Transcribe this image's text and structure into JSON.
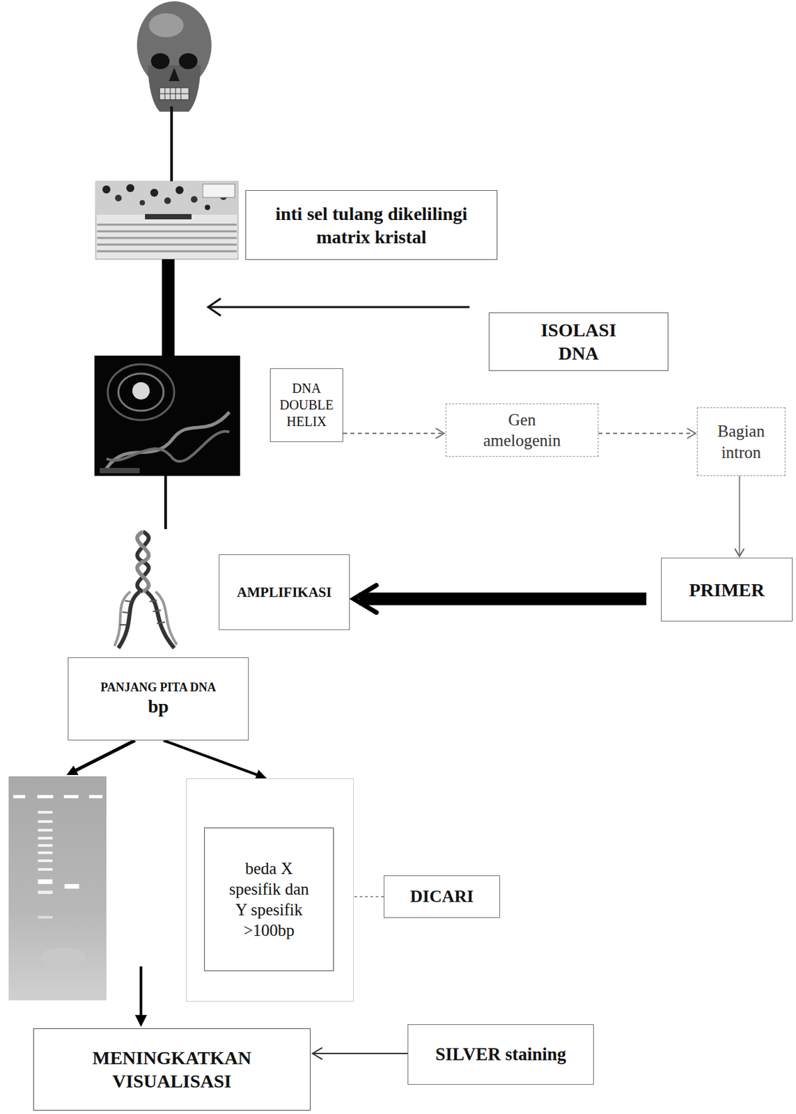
{
  "diagram": {
    "nodes": [
      {
        "text": [
          "inti sel tulang dikelilingi matrix kristal"
        ]
      },
      {
        "text": [
          "ISOLASI DNA"
        ]
      },
      {
        "text": [
          "DNA DOUBLE HELIX"
        ]
      },
      {
        "text": [
          "Gen amelogenin"
        ]
      },
      {
        "text": [
          "Bagian intron"
        ]
      },
      {
        "text": [
          "AMPLIFIKASI"
        ]
      },
      {
        "text": [
          "PRIMER"
        ]
      },
      {
        "text": [
          "PANJANG PITA DNA",
          "bp"
        ]
      },
      {
        "text": []
      },
      {
        "text": [
          "beda X spesifik dan Y spesifik >100bp"
        ],
        "in": 8
      },
      {
        "text": [
          "DICARI"
        ]
      },
      {
        "text": [
          "MENINGKATKAN VISUALISASI"
        ]
      },
      {
        "text": [
          "SILVER staining"
        ]
      }
    ],
    "edges": [
      {
        "from": 2,
        "to": 3,
        "arrow": "to"
      },
      {
        "from": 3,
        "to": 4,
        "arrow": "to"
      },
      {
        "from": 4,
        "to": 6,
        "arrow": "to"
      },
      {
        "from": 6,
        "to": 5,
        "arrow": "to"
      },
      {
        "from": 7,
        "to": 8,
        "arrow": "to"
      },
      {
        "from": 10,
        "to": 9,
        "arrow": "to"
      },
      {
        "from": 12,
        "to": 11,
        "arrow": "to"
      }
    ]
  }
}
